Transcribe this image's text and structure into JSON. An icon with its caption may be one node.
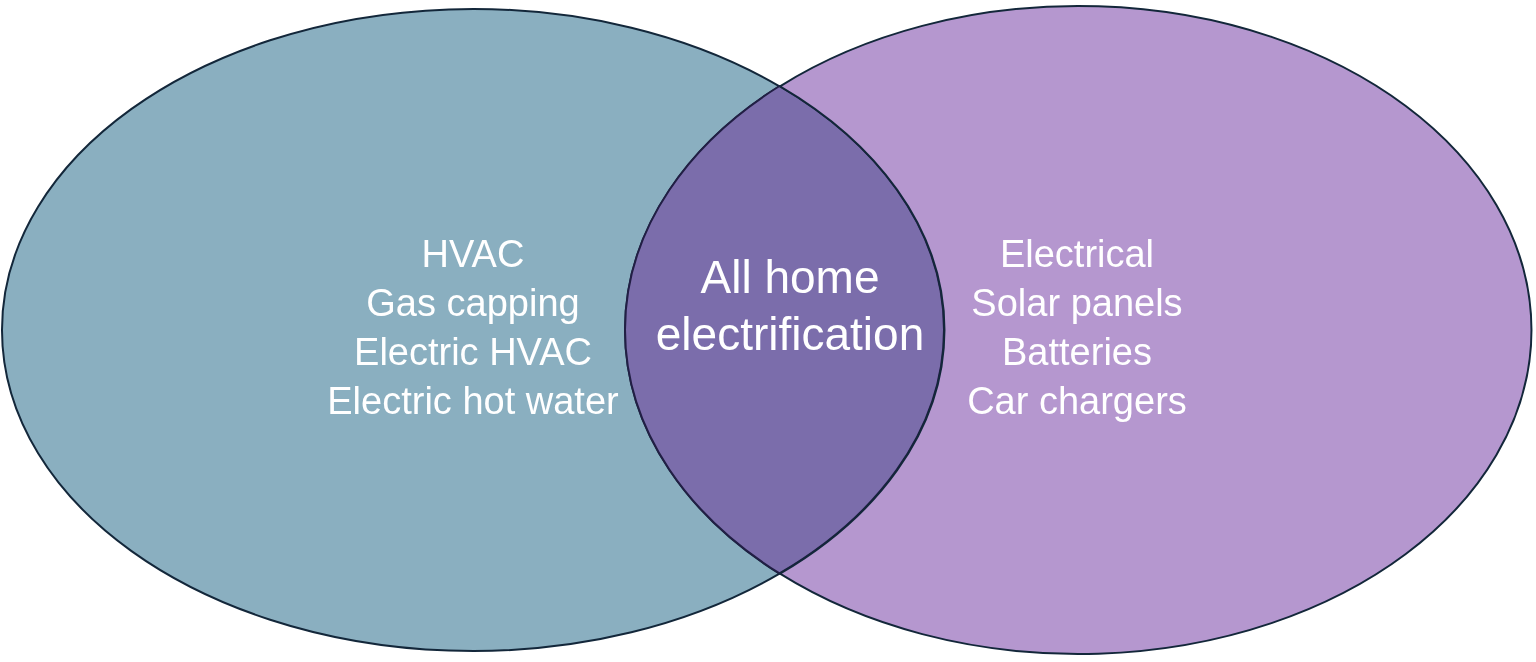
{
  "diagram": {
    "nodes": [
      {
        "text": [
          "HVAC",
          "Gas capping",
          "Electric HVAC",
          "Electric hot water"
        ]
      },
      {
        "text": [
          "All home electrification"
        ]
      },
      {
        "text": [
          "Electrical",
          "Solar panels",
          "Batteries",
          "Car chargers"
        ]
      }
    ]
  }
}
